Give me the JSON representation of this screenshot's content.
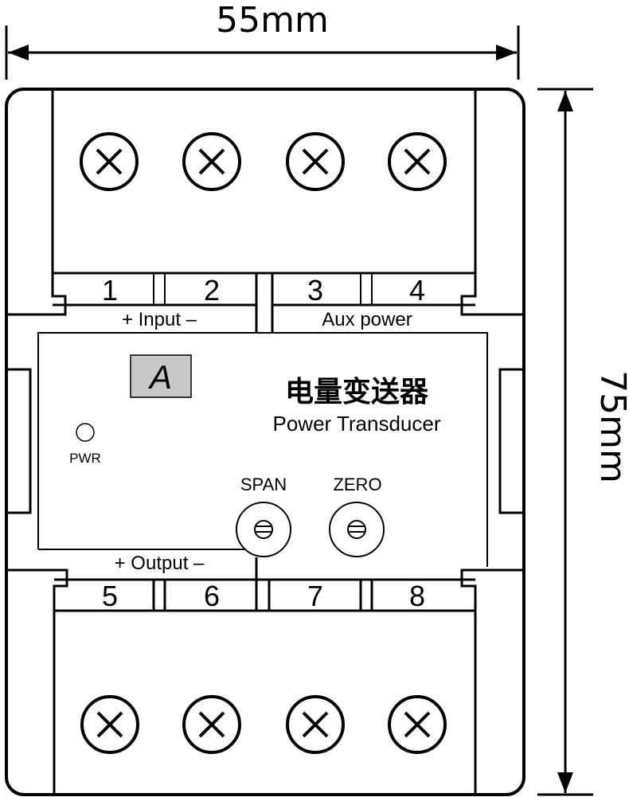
{
  "dimensions": {
    "width_label": "55mm",
    "height_label": "75mm"
  },
  "top_terminals": [
    {
      "number": "1"
    },
    {
      "number": "2"
    },
    {
      "number": "3"
    },
    {
      "number": "4"
    }
  ],
  "bottom_terminals": [
    {
      "number": "5"
    },
    {
      "number": "6"
    },
    {
      "number": "7"
    },
    {
      "number": "8"
    }
  ],
  "labels": {
    "input": "+ Input –",
    "aux_power": "Aux power",
    "output": "+ Output –"
  },
  "panel": {
    "badge": "A",
    "title_cn": "电量变送器",
    "title_en": "Power Transducer",
    "pwr_label": "PWR",
    "span_label": "SPAN",
    "zero_label": "ZERO"
  },
  "colors": {
    "line": "#000000",
    "badge_fill": "#c8c8c8",
    "background": "#ffffff"
  },
  "icons": {
    "terminal_screw": "circle-x-screw-icon",
    "potentiometer": "slotted-trim-pot-icon",
    "led": "led-indicator-icon"
  }
}
